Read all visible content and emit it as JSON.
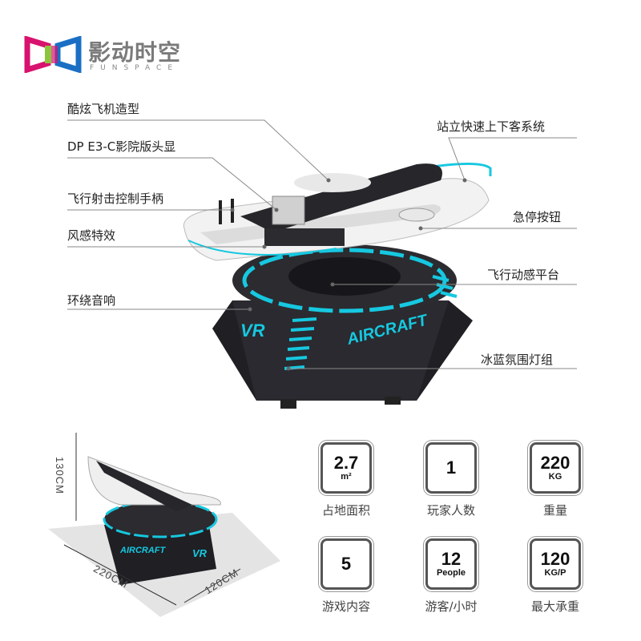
{
  "brand": {
    "name_cn": "影动时空",
    "name_en": "FUNSPACE"
  },
  "callouts_left": [
    "酷炫飞机造型",
    "DP E3-C影院版头显",
    "飞行射击控制手柄",
    "风感特效",
    "环绕音响"
  ],
  "callouts_right": [
    "站立快速上下客系统",
    "急停按钮",
    "飞行动感平台",
    "冰蓝氛围灯组"
  ],
  "machine_text": {
    "vr": "VR",
    "aircraft": "AIRCRAFT"
  },
  "dimensions": {
    "height": "130CM",
    "length": "220CM",
    "width": "120CM"
  },
  "specs": [
    {
      "value": "2.7",
      "unit": "m²",
      "caption": "占地面积"
    },
    {
      "value": "1",
      "unit": "",
      "caption": "玩家人数"
    },
    {
      "value": "220",
      "unit": "KG",
      "caption": "重量"
    },
    {
      "value": "5",
      "unit": "",
      "caption": "游戏内容"
    },
    {
      "value": "12",
      "unit": "People",
      "caption": "游客/小时"
    },
    {
      "value": "120",
      "unit": "KG/P",
      "caption": "最大承重"
    }
  ],
  "colors": {
    "accent": "#16c8e0",
    "dark": "#1e1e22",
    "logo_pink": "#d8126e",
    "logo_blue": "#1a6fc4",
    "logo_green": "#8cc43c"
  }
}
